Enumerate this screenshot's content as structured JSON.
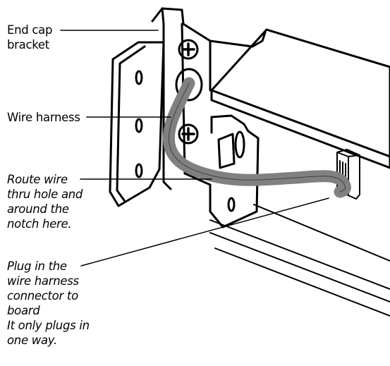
{
  "callouts": {
    "end_cap_bracket": [
      "End cap",
      "bracket"
    ],
    "wire_harness": [
      "Wire harness"
    ],
    "route_wire": [
      "Route wire",
      "thru hole and",
      "around the",
      "notch here."
    ],
    "plug_in": [
      "Plug in the",
      "wire harness",
      "connector to",
      "board",
      "It only plugs in",
      "one way."
    ]
  },
  "colors": {
    "ink": "#000000",
    "wire": "#808080",
    "paper": "#ffffff"
  }
}
